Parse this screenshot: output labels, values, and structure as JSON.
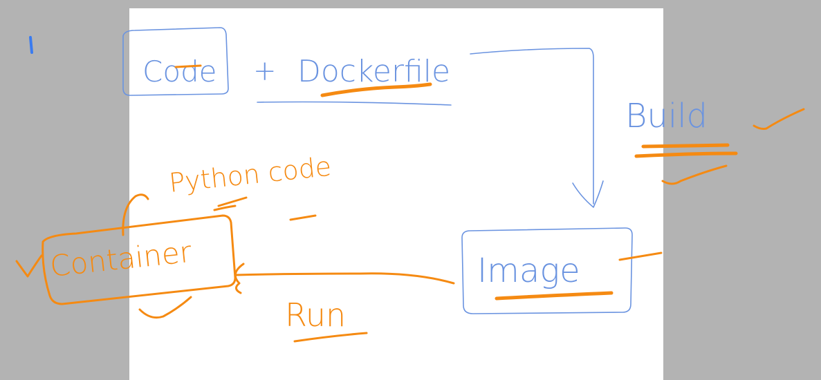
{
  "colors": {
    "background": "#b3b3b3",
    "whiteboard": "#ffffff",
    "blue_ink": "#6a93e0",
    "orange_ink": "#f58a12"
  },
  "diagram": {
    "nodes": {
      "code": "Code",
      "plus": "+",
      "dockerfile": "Dockerfile",
      "image": "Image",
      "container": "Container",
      "python_code": "Python code"
    },
    "edges": {
      "build": "Build",
      "run": "Run"
    },
    "marks": {
      "page_marker": "1"
    }
  }
}
